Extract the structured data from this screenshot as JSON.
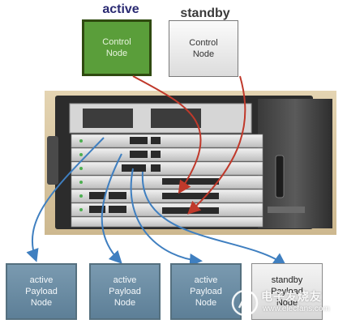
{
  "headings": {
    "active": "active",
    "standby": "standby"
  },
  "control_nodes": [
    {
      "line1": "Control",
      "line2": "Node",
      "state": "active"
    },
    {
      "line1": "Control",
      "line2": "Node",
      "state": "standby"
    }
  ],
  "payload_nodes": [
    {
      "line1": "active",
      "line2": "Payload",
      "line3": "Node",
      "state": "active"
    },
    {
      "line1": "active",
      "line2": "Payload",
      "line3": "Node",
      "state": "active"
    },
    {
      "line1": "active",
      "line2": "Payload",
      "line3": "Node",
      "state": "active"
    },
    {
      "line1": "standby",
      "line2": "Payload",
      "line3": "Node",
      "state": "standby"
    }
  ],
  "watermark": {
    "text": "电子发烧友",
    "url": "www.elecfans.com"
  },
  "colors": {
    "active_heading": "#2a2a72",
    "standby_heading": "#3a3a3a",
    "control_active_fill": "#5a9e3a",
    "control_active_border": "#2f4a10",
    "payload_active_fill": "#6f8fa6",
    "red_connector": "#c0392b",
    "blue_connector": "#3f7fc0",
    "chassis_background": "#d9c7a2"
  }
}
